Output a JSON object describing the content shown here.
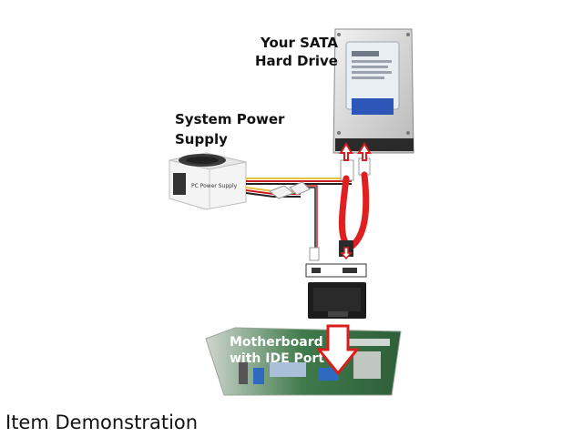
{
  "labels": {
    "hdd_line1": "Your SATA",
    "hdd_line2": "Hard Drive",
    "psu_line1": "System Power",
    "psu_line2": "Supply",
    "psu_text": "PC Power Supply",
    "mb_line1": "Motherboard",
    "mb_line2": "with IDE Port"
  },
  "caption": "Item Demonstration",
  "colors": {
    "sata_cable": "#e02020",
    "arrow_red": "#d81e1e",
    "molex_yellow": "#e8c040",
    "board_green": "#2f6a3c"
  }
}
